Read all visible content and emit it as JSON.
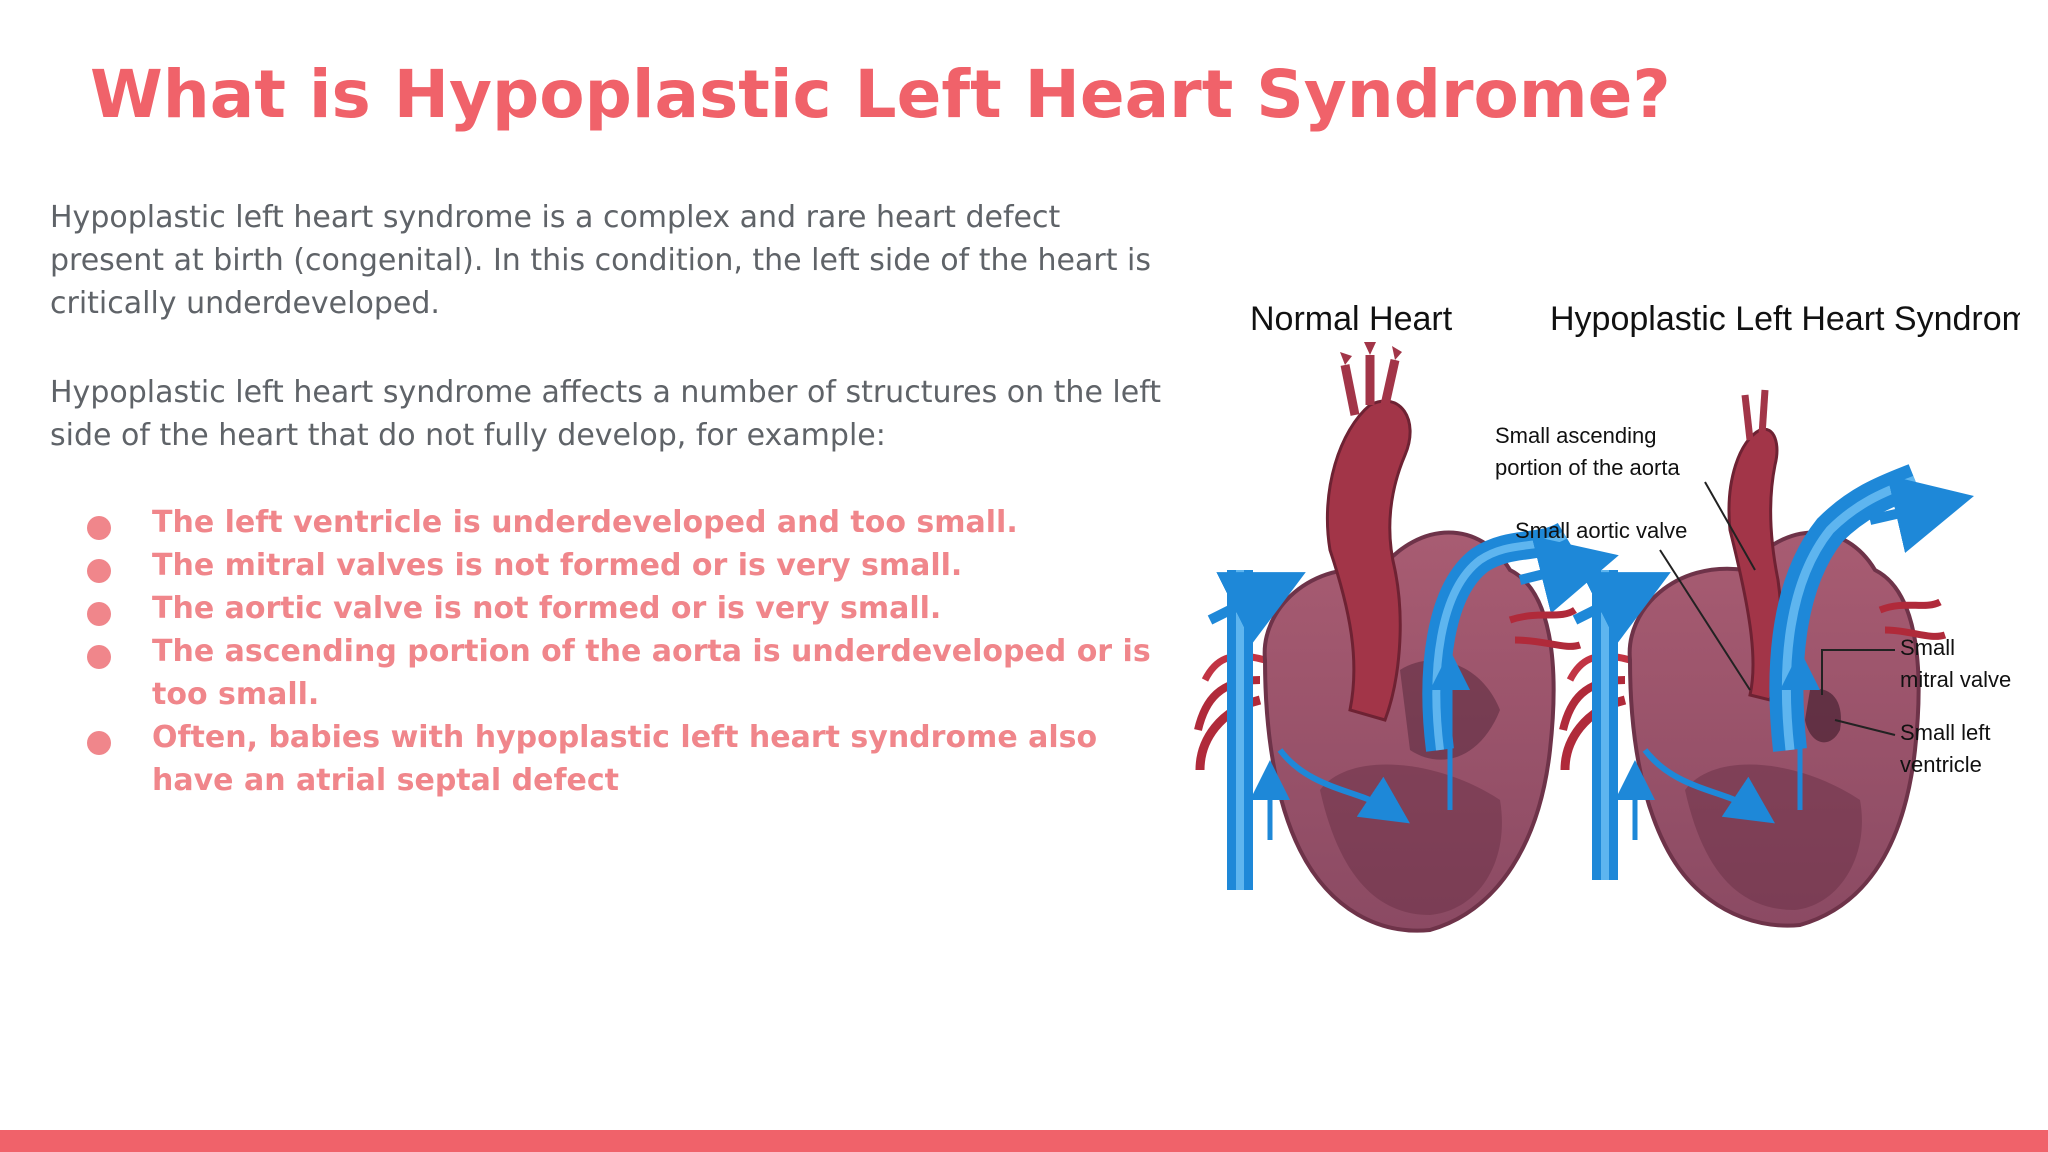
{
  "slide": {
    "title": "What is Hypoplastic Left Heart Syndrome?",
    "paragraphs": [
      "Hypoplastic left heart syndrome is a complex and rare heart defect present at birth (congenital). In this condition, the left side of the heart is critically underdeveloped.",
      "Hypoplastic left heart syndrome affects a number of structures on the left side of the heart that do not fully develop, for example:"
    ],
    "bullets": [
      "The left ventricle is underdeveloped and too small.",
      "The mitral valves is not formed or is very small.",
      "The aortic valve is not formed or is very small.",
      "The ascending portion of the aorta is underdeveloped or is too small.",
      "Often, babies with hypoplastic left heart syndrome also have an atrial septal defect"
    ]
  },
  "diagram": {
    "normal_label": "Normal Heart",
    "hlhs_label": "Hypoplastic Left Heart Syndrome",
    "annotations": {
      "ascending_aorta_line1": "Small ascending",
      "ascending_aorta_line2": "portion of the aorta",
      "aortic_valve": "Small aortic valve",
      "mitral_valve_line1": "Small",
      "mitral_valve_line2": "mitral valve",
      "left_ventricle_line1": "Small left",
      "left_ventricle_line2": "ventricle"
    }
  },
  "colors": {
    "accent": "#f0626a",
    "bullet_text": "#f0868b",
    "body_text": "#5f6368"
  }
}
